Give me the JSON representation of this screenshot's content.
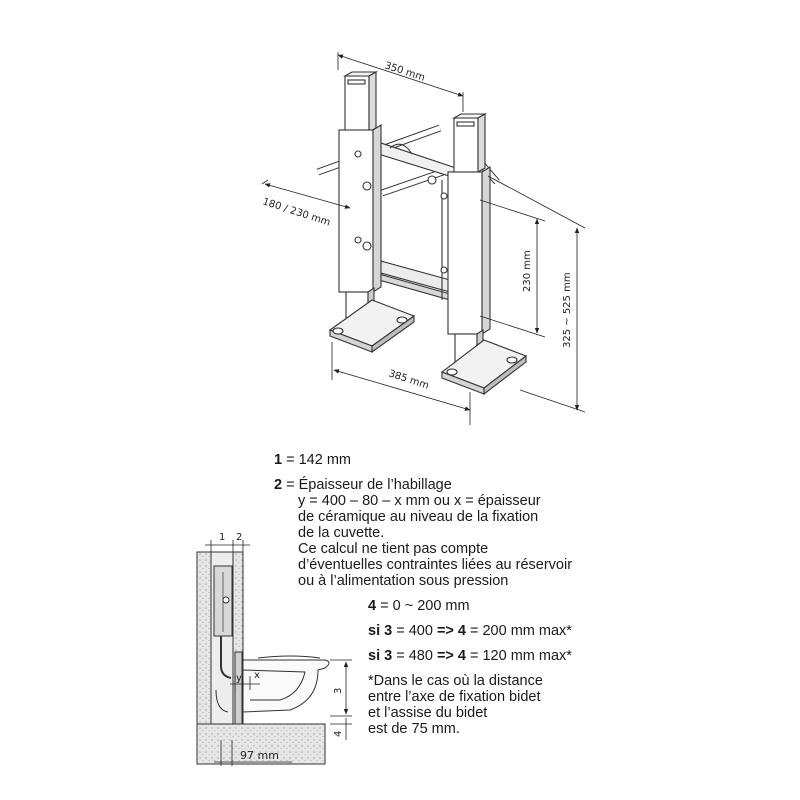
{
  "frame_dims": {
    "width": "350 mm",
    "depth": "180 / 230 mm",
    "height_inner": "230 mm",
    "height_total": "325 ~ 525 mm",
    "base": "385 mm"
  },
  "section_dims": {
    "one": "1",
    "two": "2",
    "three": "3",
    "four": "4",
    "x": "x",
    "y": "y",
    "bottom": "97 mm"
  },
  "notes": {
    "n1_num": "1",
    "n1_text": " = 142 mm",
    "n2_num": "2",
    "n2_l1": " = Épaisseur de l’habillage",
    "n2_l2": "y = 400 – 80 – x mm ou x = épaisseur",
    "n2_l3": "de céramique au niveau de la fixation",
    "n2_l4": "de la cuvette.",
    "n2_l5": "Ce calcul ne tient pas compte",
    "n2_l6": "d’éventuelles contraintes liées au réservoir",
    "n2_l7": "ou à l’alimentation sous pression",
    "n4_num": "4",
    "n4_text": " = 0 ~ 200 mm",
    "si1_a": "si 3",
    "si1_b": " = 400 ",
    "si1_c": "=> 4",
    "si1_d": " = 200 mm max*",
    "si2_a": "si 3",
    "si2_b": " = 480 ",
    "si2_c": "=> 4",
    "si2_d": " = 120 mm max*",
    "f1": "*Dans le cas où la distance",
    "f2": "entre l’axe de fixation bidet",
    "f3": "et l’assise du bidet",
    "f4": "est de 75 mm."
  }
}
